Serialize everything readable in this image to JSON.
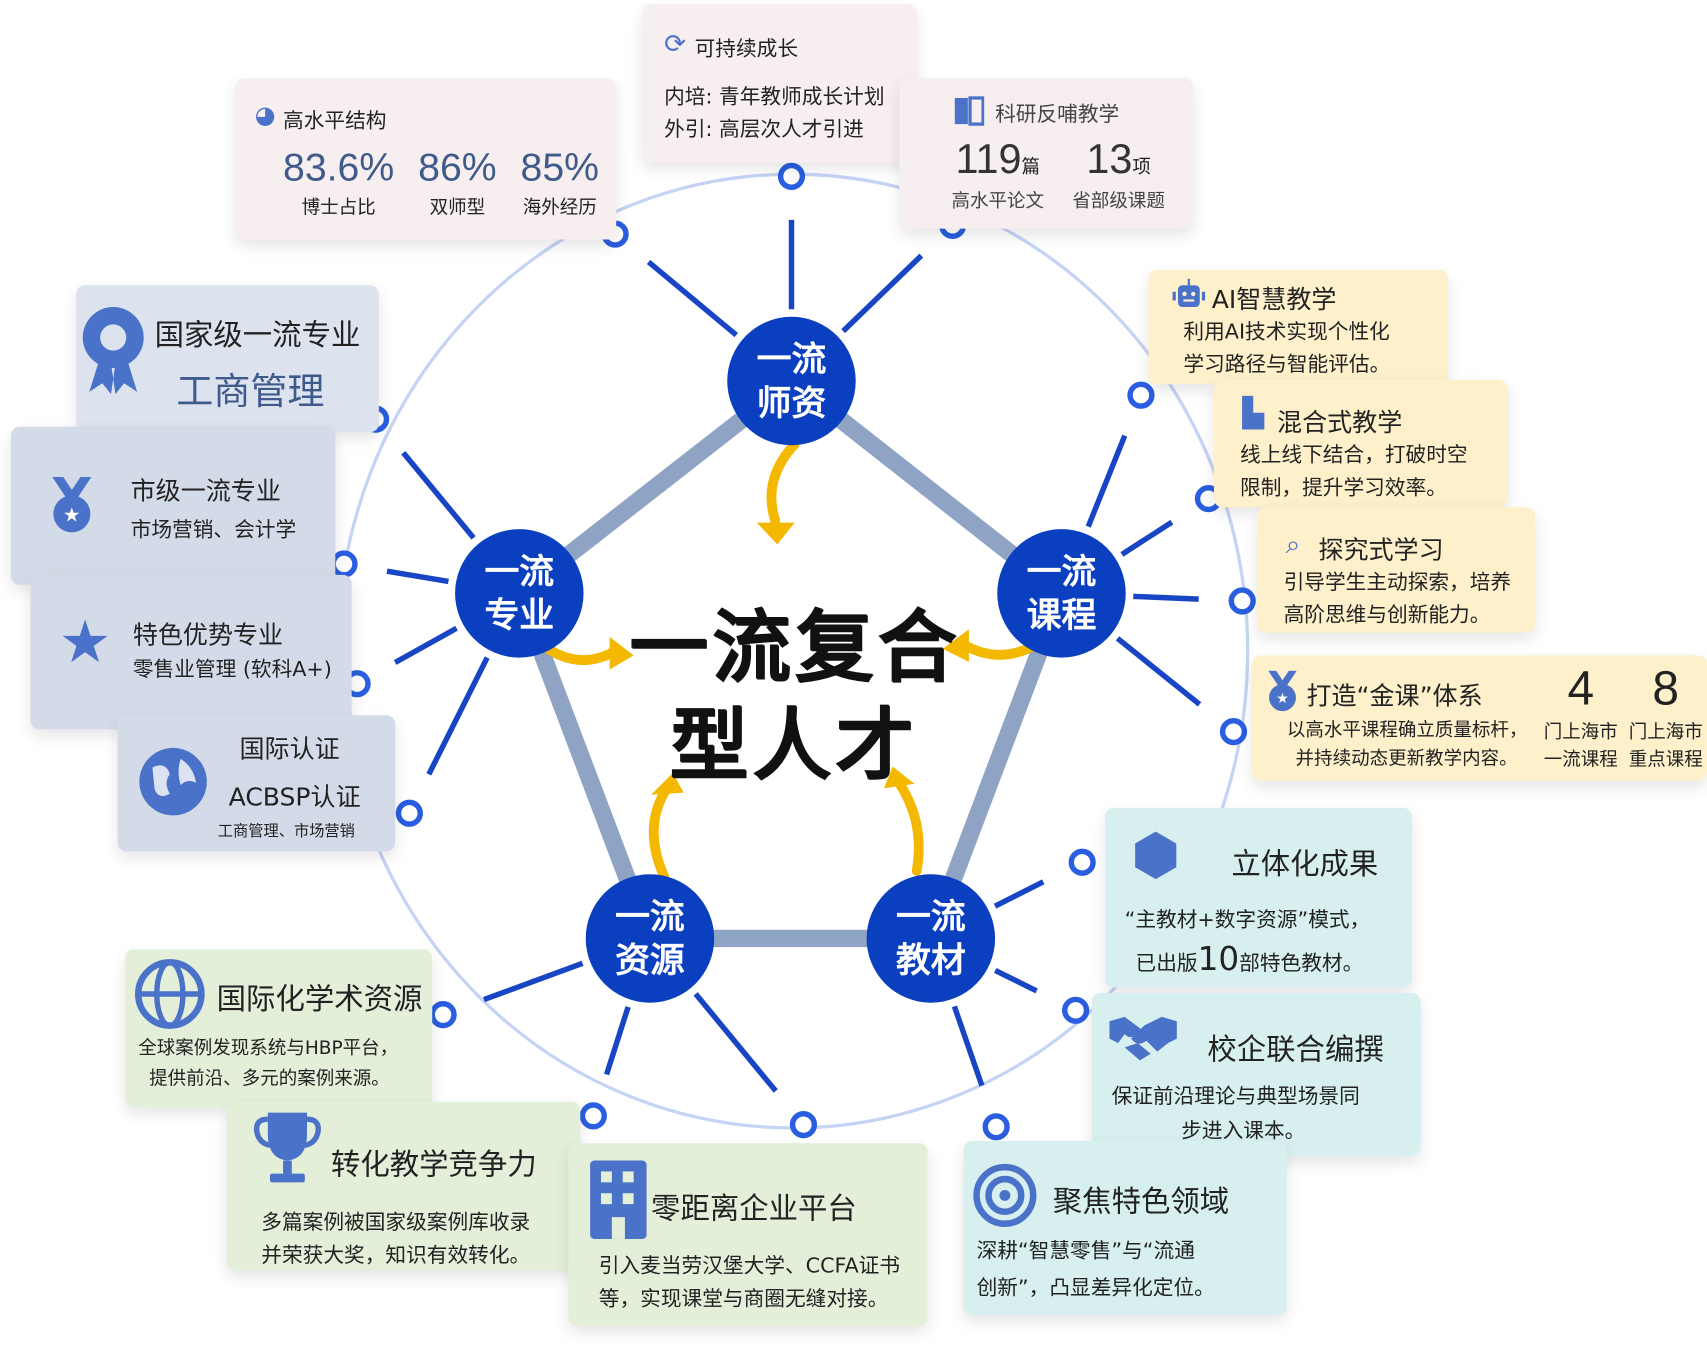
{
  "center": {
    "line1": "一流复合",
    "line2": "型人才"
  },
  "nodes": {
    "faculty": [
      "一流",
      "师资"
    ],
    "major": [
      "一流",
      "专业"
    ],
    "course": [
      "一流",
      "课程"
    ],
    "resource": [
      "一流",
      "资源"
    ],
    "textbook": [
      "一流",
      "教材"
    ]
  },
  "faculty_cards": {
    "structure": {
      "title": "高水平结构",
      "stats": [
        {
          "value": "83.6%",
          "label": "博士占比"
        },
        {
          "value": "86%",
          "label": "双师型"
        },
        {
          "value": "85%",
          "label": "海外经历"
        }
      ]
    },
    "growth": {
      "title": "可持续成长",
      "line1": "内培: 青年教师成长计划",
      "line2": "外引: 高层次人才引进"
    },
    "research": {
      "title": "科研反哺教学",
      "stats": [
        {
          "value": "119",
          "unit": "篇",
          "label": "高水平论文"
        },
        {
          "value": "13",
          "unit": "项",
          "label": "省部级课题"
        }
      ]
    }
  },
  "major_cards": {
    "national": {
      "title": "国家级一流专业",
      "subtitle": "工商管理"
    },
    "city": {
      "title": "市级一流专业",
      "subtitle": "市场营销、会计学"
    },
    "feature": {
      "title": "特色优势专业",
      "subtitle": "零售业管理 (软科A+)"
    },
    "intl": {
      "title": "国际认证",
      "subtitle": "ACBSP认证",
      "note": "工商管理、市场营销"
    }
  },
  "course_cards": {
    "ai": {
      "title": "AI智慧教学",
      "line1": "利用AI技术实现个性化",
      "line2": "学习路径与智能评估。"
    },
    "blended": {
      "title": "混合式教学",
      "line1": "线上线下结合，打破时空",
      "line2": "限制，提升学习效率。"
    },
    "inquiry": {
      "title": "探究式学习",
      "line1": "引导学生主动探索，培养",
      "line2": "高阶思维与创新能力。"
    },
    "golden": {
      "title": "打造“金课”体系",
      "line1": "以高水平课程确立质量标杆，",
      "line2": "并持续动态更新教学内容。",
      "stats": [
        {
          "value": "4",
          "label1": "门上海市",
          "label2": "一流课程"
        },
        {
          "value": "8",
          "label1": "门上海市",
          "label2": "重点课程"
        }
      ]
    }
  },
  "textbook_cards": {
    "results": {
      "title": "立体化成果",
      "line1": "“主教材+数字资源”模式，",
      "line2_pre": "已出版",
      "line2_num": "10",
      "line2_post": "部特色教材。"
    },
    "coedit": {
      "title": "校企联合编撰",
      "line1": "保证前沿理论与典型场景同",
      "line2": "步进入课本。"
    },
    "focus": {
      "title": "聚焦特色领域",
      "line1": "深耕“智慧零售”与“流通",
      "line2": "创新”，凸显差异化定位。"
    }
  },
  "resource_cards": {
    "intl": {
      "title": "国际化学术资源",
      "line1": "全球案例发现系统与HBP平台，",
      "line2": "提供前沿、多元的案例来源。"
    },
    "compete": {
      "title": "转化教学竞争力",
      "line1": "多篇案例被国家级案例库收录",
      "line2": "并荣获大奖，知识有效转化。"
    },
    "platform": {
      "title": "零距离企业平台",
      "line1": "引入麦当劳汉堡大学、CCFA证书",
      "line2": "等，实现课堂与商圈无缝对接。"
    }
  },
  "colors": {
    "node": "#0a3fc0",
    "pentagon": "#8fa3c4",
    "arrow": "#f5b800",
    "icon": "#4a72c8",
    "ring": "#c5d3f5"
  }
}
